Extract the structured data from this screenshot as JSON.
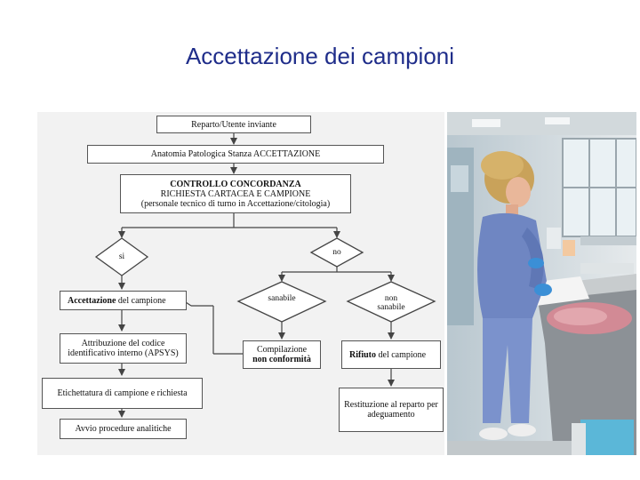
{
  "slide": {
    "title": "Accettazione dei campioni"
  },
  "flowchart": {
    "reparto": "Reparto/Utente inviante",
    "anatomia": "Anatomia Patologica  Stanza ACCETTAZIONE",
    "controllo_title": "CONTROLLO CONCORDANZA",
    "controllo_sub": "RICHIESTA CARTACEA  E CAMPIONE",
    "controllo_note": "(personale tecnico di turno in Accettazione/citologia)",
    "si": "si",
    "no": "no",
    "sanabile": "sanabile",
    "non_sanabile": "non sanabile",
    "accettazione_bold": "Accettazione",
    "accettazione_rest": " del campione",
    "attribuzione": "Attribuzione del codice identificativo interno (APSYS)",
    "compilazione": "Compilazione",
    "non_conformita": "non conformità",
    "rifiuto_bold": "Rifiuto",
    "rifiuto_rest": " del campione",
    "etichettatura": "Etichettatura di campione e richiesta",
    "restituzione": "Restituzione al reparto per adeguamento",
    "avvio": "Avvio procedure analitiche"
  },
  "photo": {
    "colors": {
      "scrubs": "#6f86c2",
      "lab_bench": "#8c9196",
      "wall": "#dfe3e6"
    }
  }
}
